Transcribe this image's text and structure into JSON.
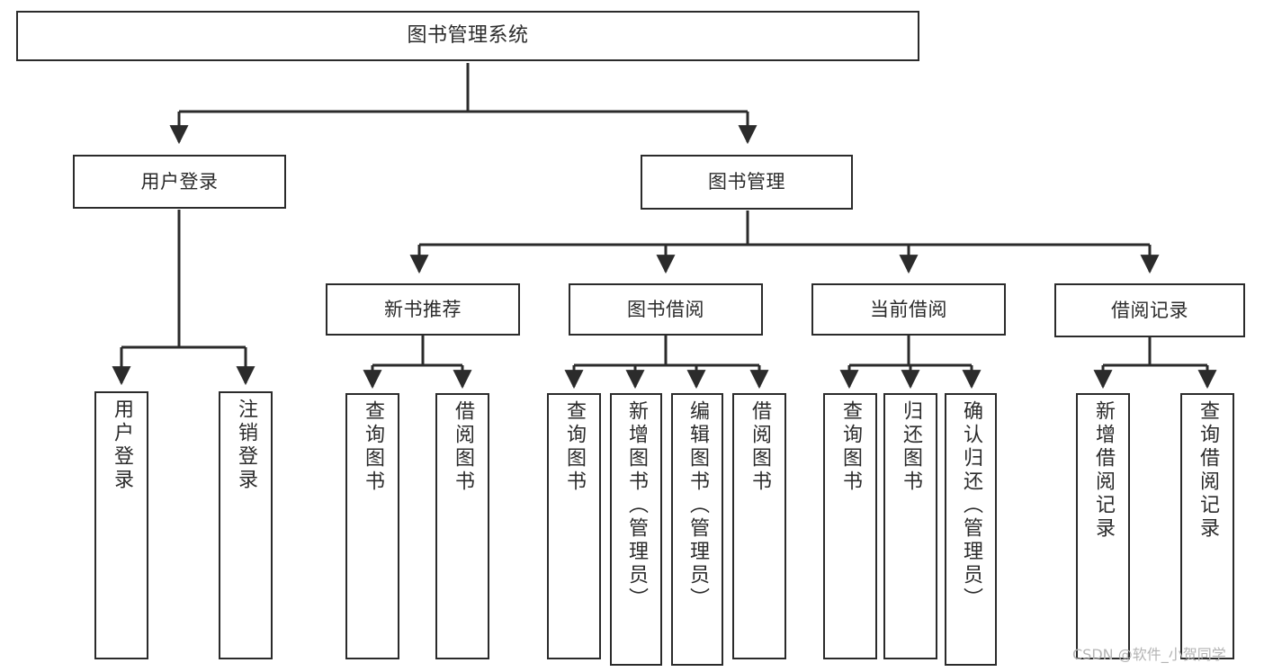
{
  "diagram": {
    "title": "图书管理系统",
    "root": {
      "label": "图书管理系统"
    },
    "level1": [
      {
        "label": "用户登录"
      },
      {
        "label": "图书管理"
      }
    ],
    "level2": [
      {
        "label": "新书推荐"
      },
      {
        "label": "图书借阅"
      },
      {
        "label": "当前借阅"
      },
      {
        "label": "借阅记录"
      }
    ],
    "leaves": {
      "user_login": [
        {
          "label": "用户登录"
        },
        {
          "label": "注销登录"
        }
      ],
      "new_book_recommend": [
        {
          "label": "查询图书"
        },
        {
          "label": "借阅图书"
        }
      ],
      "book_borrow": [
        {
          "label": "查询图书"
        },
        {
          "label": "新增图书（管理员）"
        },
        {
          "label": "编辑图书（管理员）"
        },
        {
          "label": "借阅图书"
        }
      ],
      "current_borrow": [
        {
          "label": "查询图书"
        },
        {
          "label": "归还图书"
        },
        {
          "label": "确认归还（管理员）"
        }
      ],
      "borrow_record": [
        {
          "label": "新增借阅记录"
        },
        {
          "label": "查询借阅记录"
        }
      ]
    },
    "watermark": "CSDN @软件_小贺同学",
    "colors": {
      "stroke": "#2b2b2b",
      "fill": "#ffffff",
      "text": "#2b2b2b",
      "watermark": "#b4b4b4"
    }
  }
}
